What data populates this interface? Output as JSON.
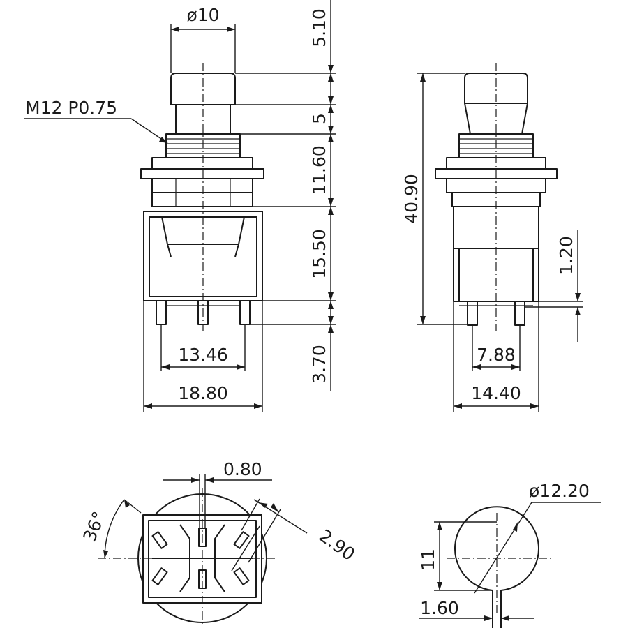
{
  "dimensions": {
    "button_diameter": "ø10",
    "thread_spec": "M12 P0.75",
    "button_height": "5.10",
    "stem_height": "5",
    "bushing_height": "11.60",
    "body_height": "15.50",
    "terminal_length": "3.70",
    "terminal_pitch_front": "13.46",
    "body_width_front": "18.80",
    "overall_height": "40.90",
    "terminal_thickness": "1.20",
    "terminal_pitch_side": "7.88",
    "body_width_side": "14.40",
    "slot_width": "0.80",
    "terminal_angle": "36°",
    "terminal_width": "2.90",
    "panel_hole_diameter": "ø12.20",
    "panel_hole_flat": "11",
    "key_width": "1.60"
  }
}
